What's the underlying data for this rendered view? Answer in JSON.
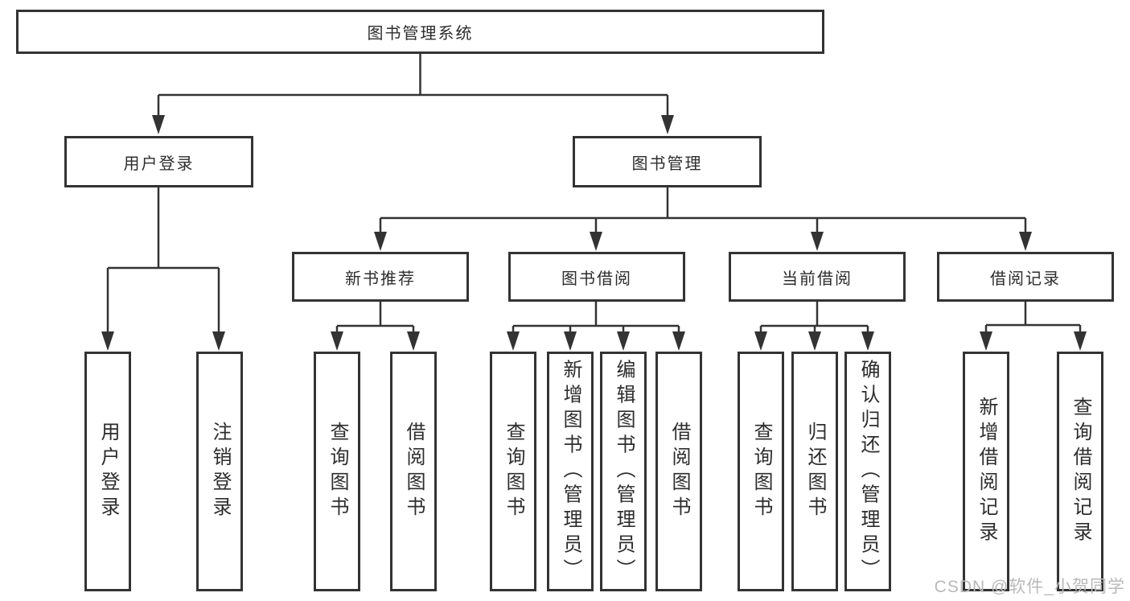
{
  "colors": {
    "line": "#333333",
    "box_border": "#333333",
    "node_text": "#2d2d2d",
    "watermark": "#b9b9b9",
    "background": "#ffffff"
  },
  "tree": {
    "root": "图书管理系统",
    "branches": [
      {
        "label": "用户登录",
        "children": [
          "用户登录",
          "注销登录"
        ]
      },
      {
        "label": "图书管理",
        "groups": [
          {
            "label": "新书推荐",
            "children": [
              "查询图书",
              "借阅图书"
            ]
          },
          {
            "label": "图书借阅",
            "children": [
              "查询图书",
              "新增图书（管理员）",
              "编辑图书（管理员）",
              "借阅图书"
            ]
          },
          {
            "label": "当前借阅",
            "children": [
              "查询图书",
              "归还图书",
              "确认归还（管理员）"
            ]
          },
          {
            "label": "借阅记录",
            "children": [
              "新增借阅记录",
              "查询借阅记录"
            ]
          }
        ]
      }
    ]
  },
  "watermark": {
    "text": "CSDN @软件_小贺同学"
  }
}
